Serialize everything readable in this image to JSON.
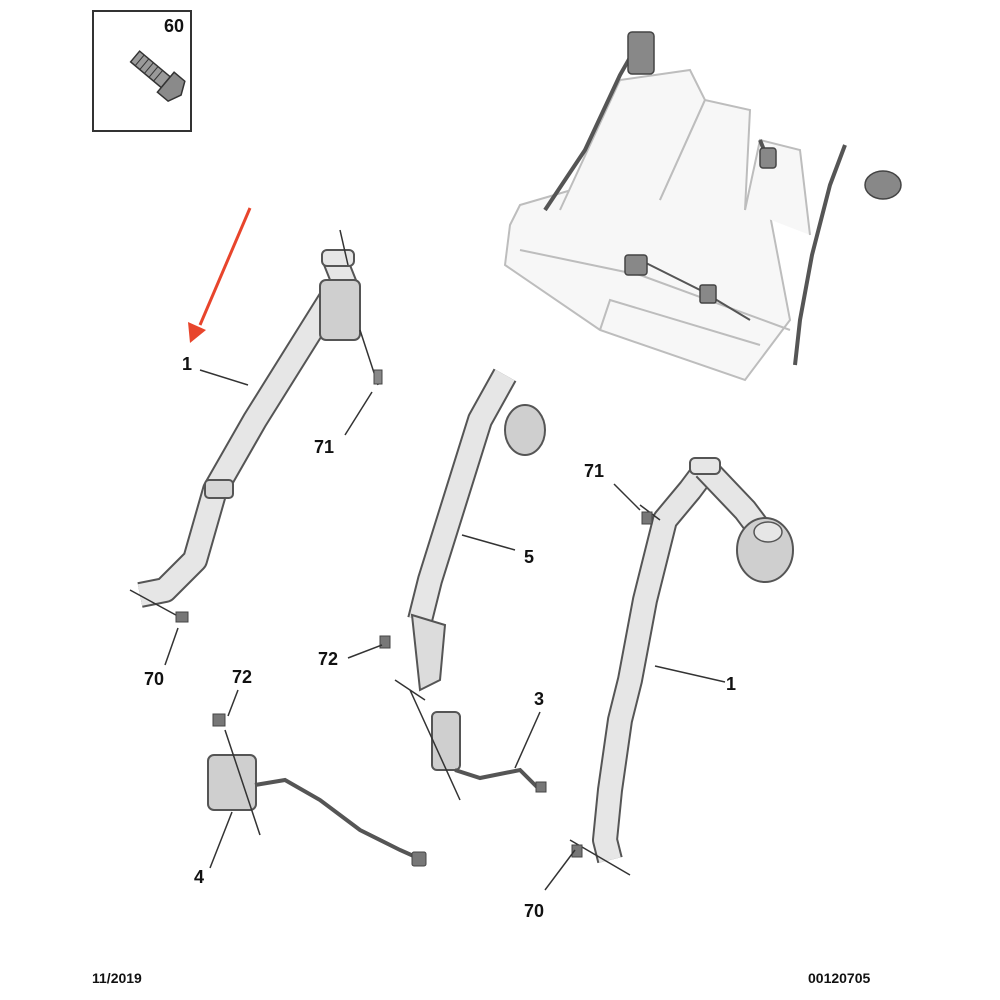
{
  "inset": {
    "part_number": "60",
    "icon": "bolt-icon"
  },
  "callouts": [
    {
      "id": "c1-left",
      "text": "1"
    },
    {
      "id": "c71-left",
      "text": "71"
    },
    {
      "id": "c70-left",
      "text": "70"
    },
    {
      "id": "c5",
      "text": "5"
    },
    {
      "id": "c72-mid",
      "text": "72"
    },
    {
      "id": "c72-left",
      "text": "72"
    },
    {
      "id": "c3",
      "text": "3"
    },
    {
      "id": "c4",
      "text": "4"
    },
    {
      "id": "c71-right",
      "text": "71"
    },
    {
      "id": "c1-right",
      "text": "1"
    },
    {
      "id": "c70-right",
      "text": "70"
    }
  ],
  "footer": {
    "date": "11/2019",
    "diagram_code": "00120705"
  },
  "colors": {
    "highlight_arrow": "#e8452c",
    "line": "#333333",
    "part_fill": "#e6e6e6",
    "part_stroke": "#555555",
    "seat_stroke": "#bdbdbd"
  }
}
